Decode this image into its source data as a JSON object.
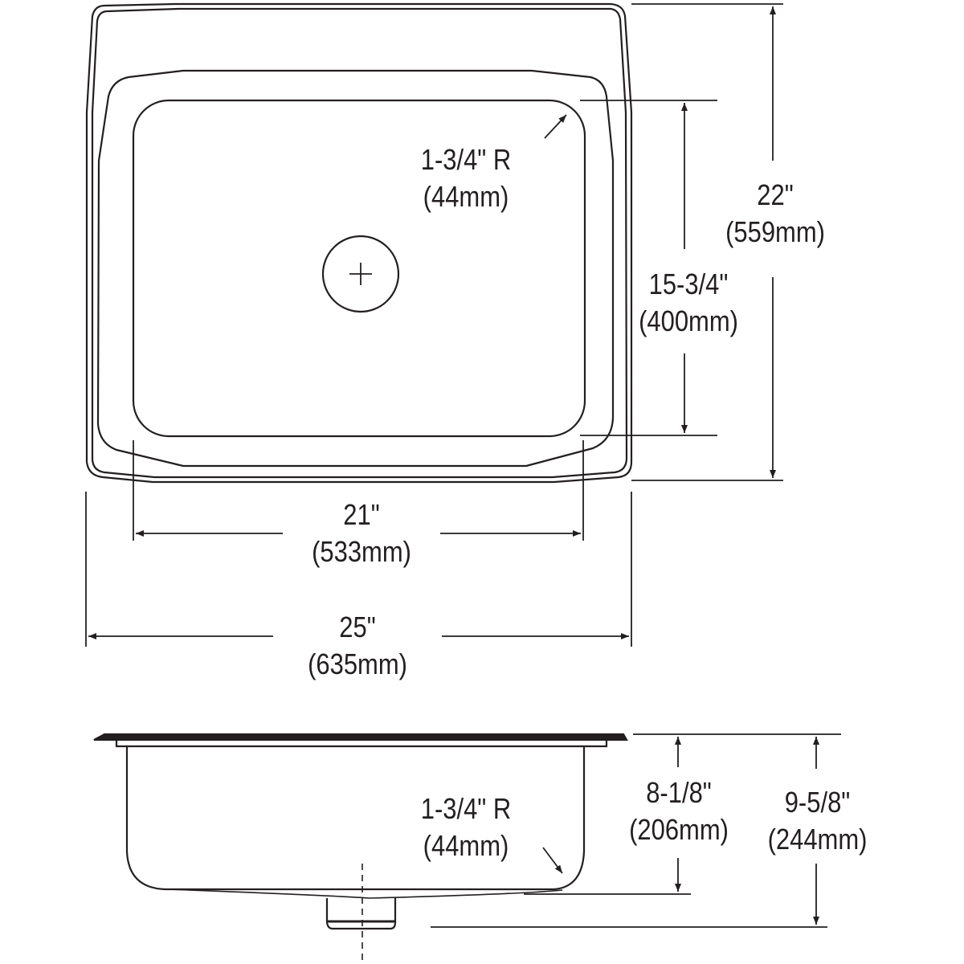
{
  "drawing": {
    "top_view": {
      "corner_radius": {
        "imperial": "1-3/4\" R",
        "metric": "(44mm)"
      },
      "bowl_length": {
        "imperial": "15-3/4\"",
        "metric": "(400mm)"
      },
      "overall_depth": {
        "imperial": "22\"",
        "metric": "(559mm)"
      },
      "bowl_width": {
        "imperial": "21\"",
        "metric": "(533mm)"
      },
      "overall_width": {
        "imperial": "25\"",
        "metric": "(635mm)"
      }
    },
    "side_view": {
      "corner_radius": {
        "imperial": "1-3/4\" R",
        "metric": "(44mm)"
      },
      "bowl_depth": {
        "imperial": "8-1/8\"",
        "metric": "(206mm)"
      },
      "overall_height": {
        "imperial": "9-5/8\"",
        "metric": "(244mm)"
      }
    },
    "line_color": "#231f20"
  }
}
